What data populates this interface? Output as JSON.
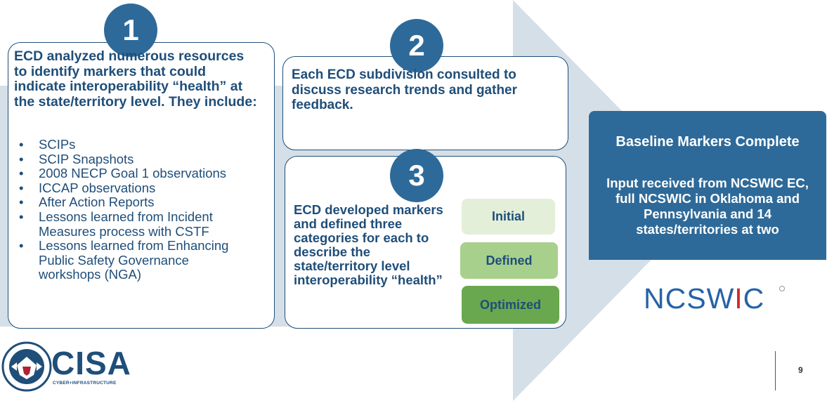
{
  "step1": {
    "number": "1",
    "text": "ECD analyzed numerous resources to identify markers that could indicate interoperability “health” at the state/territory level. They include:",
    "items": [
      "SCIPs",
      "SCIP Snapshots",
      "2008 NECP Goal 1 observations",
      "ICCAP observations",
      "After Action Reports",
      "Lessons learned from Incident Measures process with CSTF",
      "Lessons learned from Enhancing Public Safety Governance workshops (NGA)"
    ]
  },
  "step2": {
    "number": "2",
    "text": "Each ECD subdivision consulted to discuss research trends and gather feedback."
  },
  "step3": {
    "number": "3",
    "text": "ECD developed markers and defined three categories for each to describe the state/territory level interoperability “health”",
    "categories": [
      "Initial",
      "Defined",
      "Optimized"
    ]
  },
  "result": {
    "title": "Baseline Markers Complete",
    "body": "Input received from NCSWIC EC, full NCSWIC in Oklahoma and Pennsylvania and 14 states/territories at two"
  },
  "logos": {
    "ncswic_blue": "NCSW",
    "ncswic_red": "I",
    "ncswic_end": "C",
    "cisa_word": "CISA",
    "cisa_sub": "CYBER+INFRASTRUCTURE"
  },
  "page_number": "9",
  "colors": {
    "dark_blue": "#1f4e79",
    "circle_blue": "#2e6a99",
    "arrow_gray": "#d5dfe8",
    "initial_green": "#e3efd9",
    "defined_green": "#a8d08d",
    "optimized_green": "#6aa84f"
  }
}
